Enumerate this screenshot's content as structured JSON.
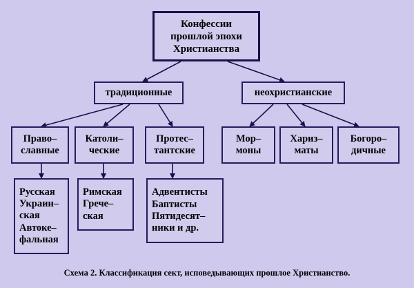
{
  "root": [
    "Конфессии",
    "прошлой эпохи",
    "Христианства"
  ],
  "groups": {
    "traditional": "традиционные",
    "neochristian": "неохристианские"
  },
  "nodes": {
    "orthodox": [
      "Право–",
      "славные"
    ],
    "catholic": [
      "Католи–",
      "ческие"
    ],
    "protestant": [
      "Протес–",
      "тантские"
    ],
    "mormon": [
      "Мор–",
      "моны"
    ],
    "charismatic": [
      "Хариз–",
      "маты"
    ],
    "mariavites": [
      "Богоро–",
      "дичные"
    ]
  },
  "leaves": {
    "orthodox": [
      "Русская",
      "Украин–",
      "ская",
      "Автоке–",
      "фальная"
    ],
    "catholic": [
      "Римская",
      "Грече–",
      "ская"
    ],
    "protestant": [
      "Адвентисты",
      "Баптисты",
      "Пятидесят–",
      "ники и др."
    ]
  },
  "caption": "Схема 2. Классификация сект, исповедывающих прошлое Христианство."
}
